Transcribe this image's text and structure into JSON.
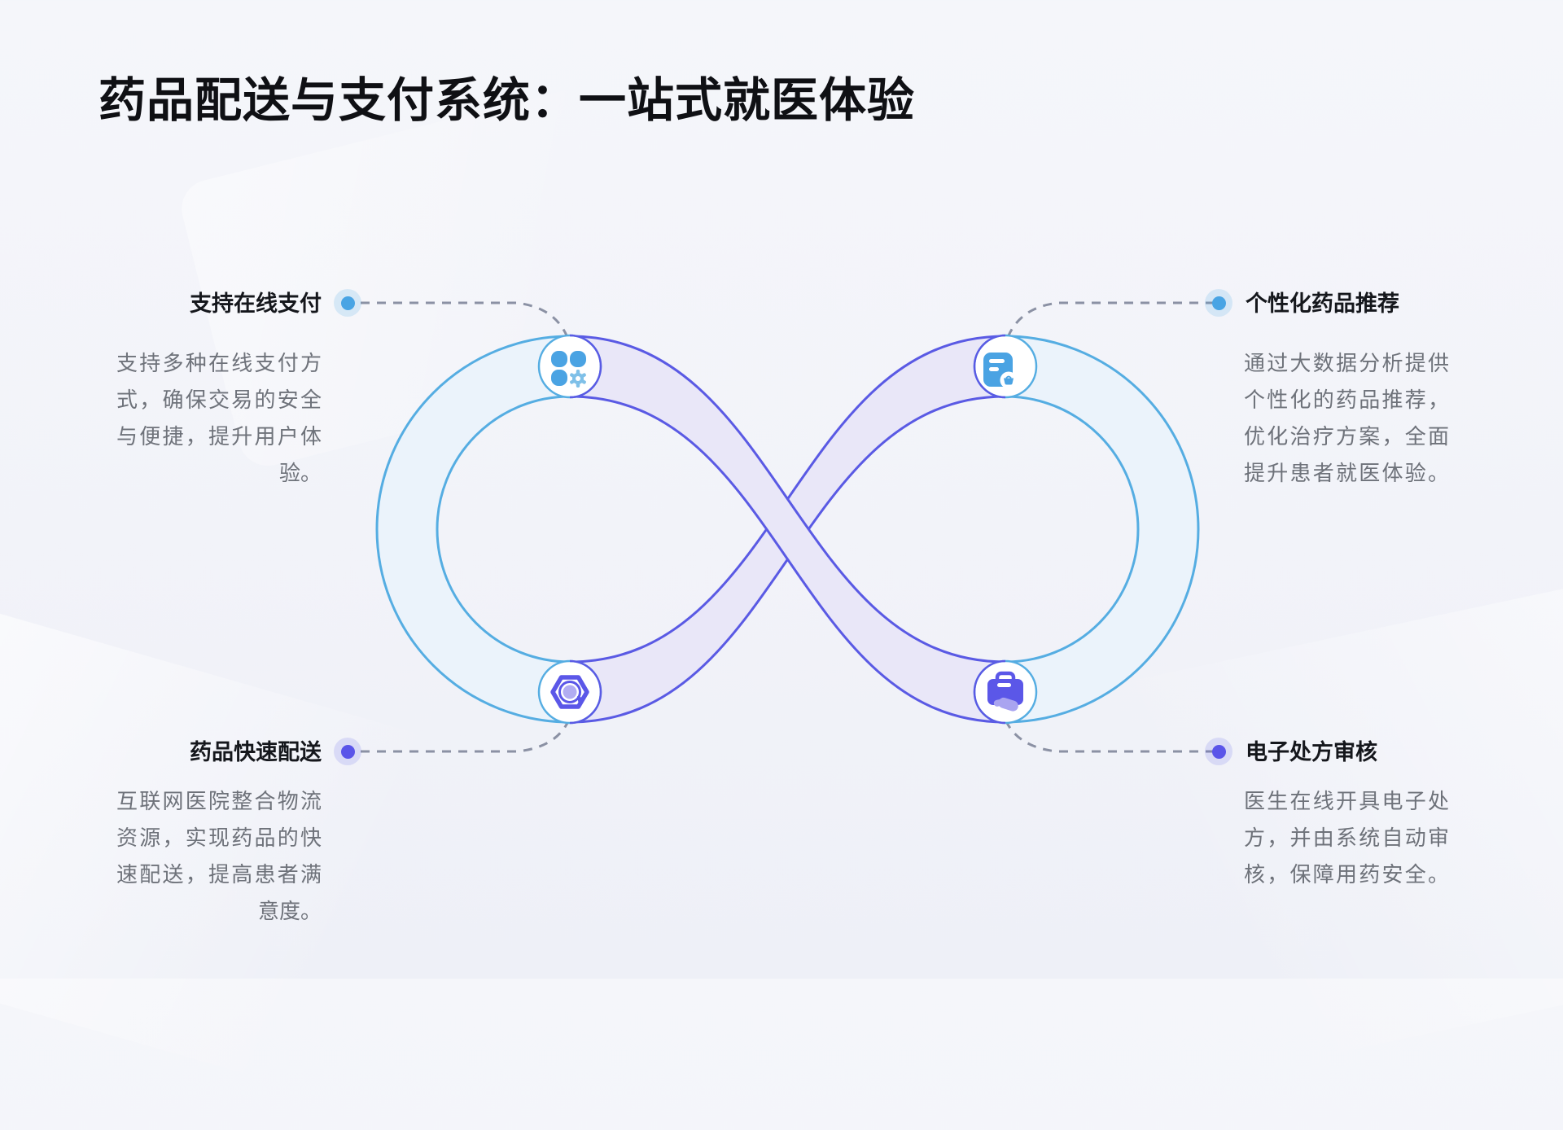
{
  "title": "药品配送与支付系统：一站式就医体验",
  "sections": [
    {
      "id": "online-payment",
      "title": "支持在线支付",
      "icon": "apps-gear-icon",
      "dot_color": "#49a4e4",
      "lines": [
        "支持多种在线支付方",
        "式，确保交易的安全",
        "与便捷，提升用户体",
        "验。"
      ]
    },
    {
      "id": "drug-recommendation",
      "title": "个性化药品推荐",
      "icon": "prescription-basket-icon",
      "dot_color": "#49a4e4",
      "lines": [
        "通过大数据分析提供",
        "个性化的药品推荐，",
        "优化治疗方案，全面",
        "提升患者就医体验。"
      ]
    },
    {
      "id": "drug-delivery",
      "title": "药品快速配送",
      "icon": "hexagon-cycle-icon",
      "dot_color": "#5a55e9",
      "lines": [
        "互联网医院整合物流",
        "资源，实现药品的快",
        "速配送，提高患者满",
        "意度。"
      ]
    },
    {
      "id": "prescription-review",
      "title": "电子处方审核",
      "icon": "medkit-hand-icon",
      "dot_color": "#5a55e9",
      "lines": [
        "医生在线开具电子处",
        "方，并由系统自动审",
        "核，保障用药安全。"
      ]
    }
  ],
  "colors": {
    "background": "#f3f4f9",
    "loop_stroke_cyan": "#55ade2",
    "loop_fill_blue": "#ebf3fb",
    "band_stroke_purple": "#5a5ae4",
    "band_fill_purple": "#e9e7f8",
    "icon_blue": "#4aa3e3",
    "icon_light_blue": "#7fc0e8",
    "icon_purple": "#5b57e8",
    "icon_lavender": "#a9a4f0",
    "connector_gray": "#80869a",
    "title_text": "#0f1014",
    "body_text": "#6e727a"
  }
}
